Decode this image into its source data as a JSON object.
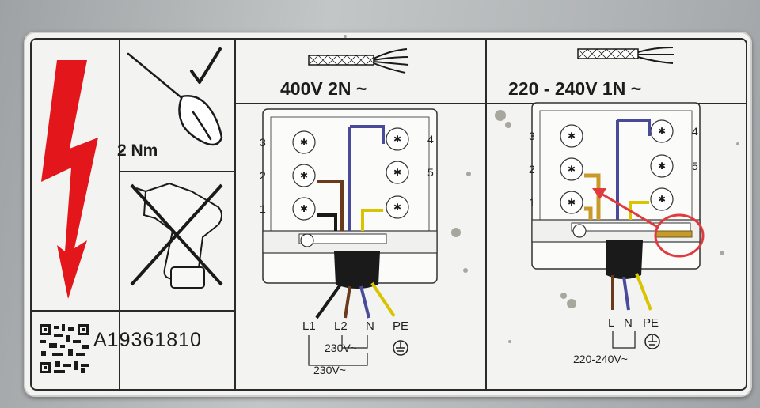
{
  "label": {
    "torque": "2 Nm",
    "product_code": "A19361810",
    "colors": {
      "bolt_red": "#e3171b",
      "wire_brown": "#6a3a1c",
      "wire_blue": "#4a4a9a",
      "wire_yellow": "#d8c400",
      "wire_black": "#1a1a1a",
      "highlight_red": "#e0393e"
    }
  },
  "panel_400v": {
    "title": "400V 2N ~",
    "terminals_left": [
      "3",
      "2",
      "1"
    ],
    "terminals_right": [
      "4",
      "5"
    ],
    "wire_labels": [
      "L1",
      "L2",
      "N",
      "PE"
    ],
    "voltage_inner": "230V~",
    "voltage_outer": "230V~"
  },
  "panel_220v": {
    "title": "220 - 240V 1N ~",
    "terminals_left": [
      "3",
      "2",
      "1"
    ],
    "terminals_right": [
      "4",
      "5"
    ],
    "wire_labels": [
      "L",
      "N",
      "PE"
    ],
    "voltage": "220-240V~"
  },
  "icons": [
    "lightning-bolt-icon",
    "screwdriver-icon",
    "checkmark-icon",
    "drill-crossed-icon",
    "qr-code-icon",
    "cable-icon",
    "earth-ground-icon"
  ]
}
